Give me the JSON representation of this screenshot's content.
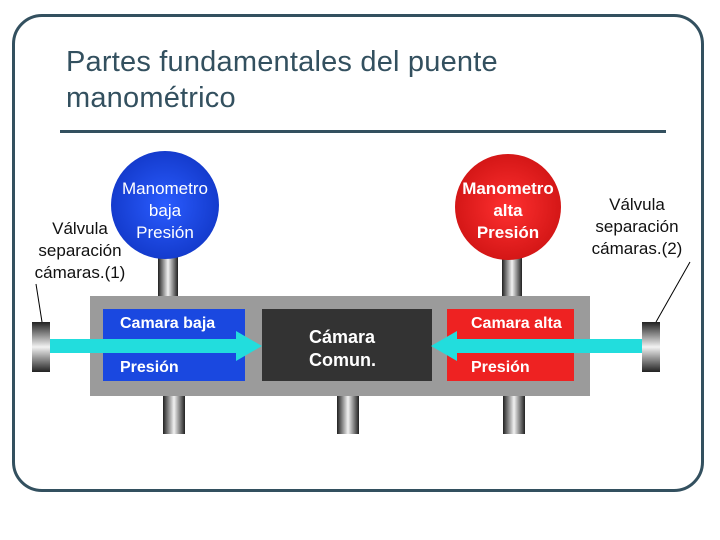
{
  "slide": {
    "title_line1": "Partes fundamentales del puente",
    "title_line2": "manométrico"
  },
  "diagram": {
    "gauge_low": {
      "line1": "Manometro",
      "line2": "baja",
      "line3": "Presión"
    },
    "gauge_high": {
      "line1": "Manometro",
      "line2": "alta",
      "line3": "Presión"
    },
    "valve_left": {
      "line1": "Válvula",
      "line2": "separación",
      "line3": "cámaras.(1)"
    },
    "valve_right": {
      "line1": "Válvula",
      "line2": "separación",
      "line3": "cámaras.(2)"
    },
    "chamber_low": {
      "title": "Camara baja",
      "subtitle": "Presión"
    },
    "chamber_common": {
      "line1": "Cámara",
      "line2": "Comun."
    },
    "chamber_high": {
      "title": "Camara alta",
      "subtitle": "Presión"
    },
    "colors": {
      "frame": "#33505f",
      "low": "#1a48e0",
      "high": "#ee2222",
      "common": "#333333",
      "manifold": "#9b9b9b",
      "arrow": "#22dddd"
    }
  }
}
